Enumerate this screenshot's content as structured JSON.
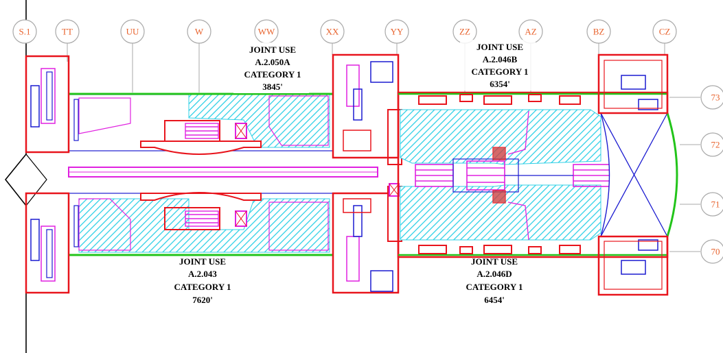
{
  "colors": {
    "wall": "#e8141c",
    "structure": "#1a1ad0",
    "hatch": "#2fd0e6",
    "partition": "#e020e0",
    "glazing": "#22c41a",
    "gridline_circle": "#a8a8a8",
    "grid_text": "#e8622c",
    "room_label": "#000000"
  },
  "grid_columns": [
    "S.1",
    "TT",
    "UU",
    "W",
    "WW",
    "XX",
    "YY",
    "ZZ",
    "AZ",
    "BZ",
    "CZ"
  ],
  "grid_rows": [
    "73",
    "72",
    "71",
    "70"
  ],
  "rooms": [
    {
      "use": "JOINT USE",
      "number": "A.2.050A",
      "category": "CATEGORY 1",
      "area": "3845'"
    },
    {
      "use": "JOINT USE",
      "number": "A.2.046B",
      "category": "CATEGORY 1",
      "area": "6354'"
    },
    {
      "use": "JOINT USE",
      "number": "A.2.043",
      "category": "CATEGORY 1",
      "area": "7620'"
    },
    {
      "use": "JOINT USE",
      "number": "A.2.046D",
      "category": "CATEGORY 1",
      "area": "6454'"
    }
  ]
}
